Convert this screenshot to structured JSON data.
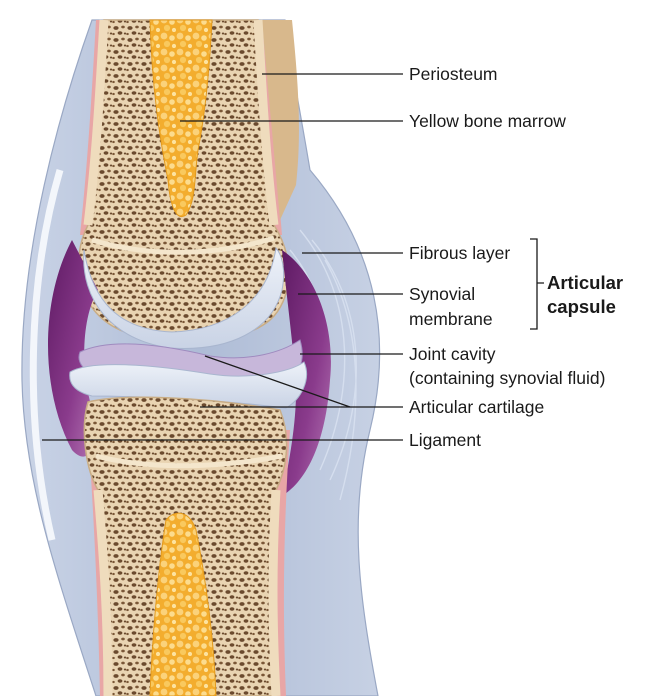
{
  "labels": {
    "periosteum": "Periosteum",
    "yellow_bone_marrow": "Yellow bone marrow",
    "fibrous_layer": "Fibrous layer",
    "synovial_membrane_line1": "Synovial",
    "synovial_membrane_line2": "membrane",
    "articular_capsule_line1": "Articular",
    "articular_capsule_line2": "capsule",
    "joint_cavity_line1": "Joint cavity",
    "joint_cavity_line2": "(containing synovial fluid)",
    "articular_cartilage": "Articular cartilage",
    "ligament": "Ligament"
  },
  "colors": {
    "bone": "#e8d2b0",
    "spongy_bone_pores": "#6b4a2e",
    "marrow": "#f5b642",
    "cartilage": "#dfe6f2",
    "synovial_purple": "#7a2a7a",
    "capsule_blue": "#b9c6dc",
    "periosteum_pink": "#e6a3a3"
  }
}
